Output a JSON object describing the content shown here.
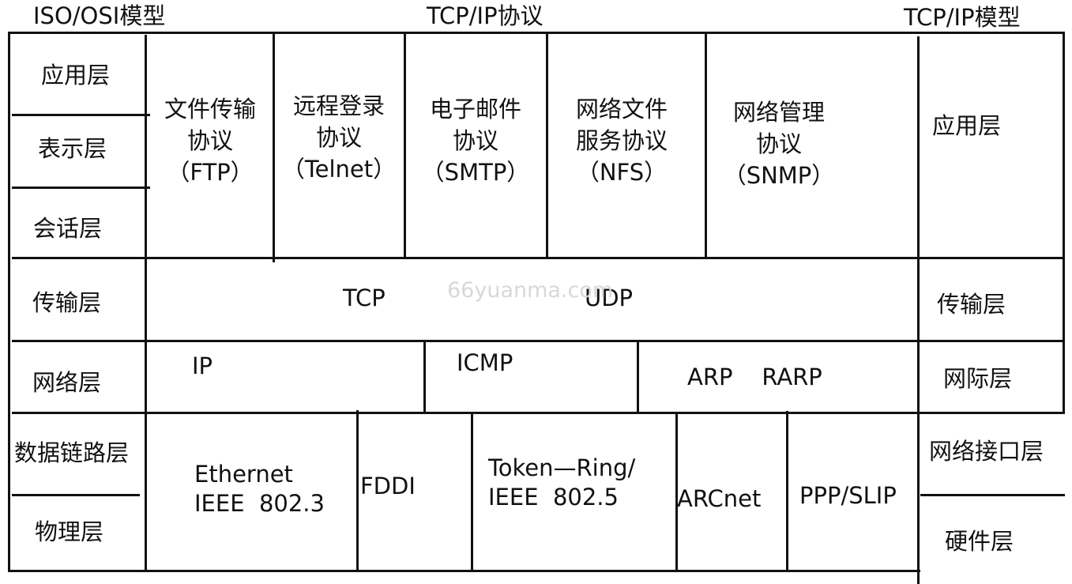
{
  "headers": {
    "iso_model": "ISO/OSI模型",
    "tcpip_protocols": "TCP/IP协议",
    "tcpip_model": "TCP/IP模型"
  },
  "iso_layers": {
    "application": "应用层",
    "presentation": "表示层",
    "session": "会话层",
    "transport": "传输层",
    "network": "网络层",
    "datalink": "数据链路层",
    "physical": "物理层"
  },
  "protocols": {
    "ftp": "文件传输\n协议\n（FTP）",
    "telnet": "远程登录\n协议\n（Telnet）",
    "smtp": "电子邮件\n协议\n（SMTP）",
    "nfs": "网络文件\n服务协议\n（NFS）",
    "snmp": "网络管理\n协议\n（SNMP）",
    "tcp": "TCP",
    "udp": "UDP",
    "ip": "IP",
    "icmp": "ICMP",
    "arp_rarp": "ARP    RARP",
    "ethernet": "Ethernet\nIEEE  802.3",
    "fddi": "FDDI",
    "token_ring": "Token—Ring/\nIEEE  802.5",
    "arcnet": "ARCnet",
    "ppp_slip": "PPP/SLIP"
  },
  "tcpip_layers": {
    "application": "应用层",
    "transport": "传输层",
    "internet": "网际层",
    "network_interface": "网络接口层",
    "hardware": "硬件层"
  },
  "watermark": "66yuanma.com"
}
